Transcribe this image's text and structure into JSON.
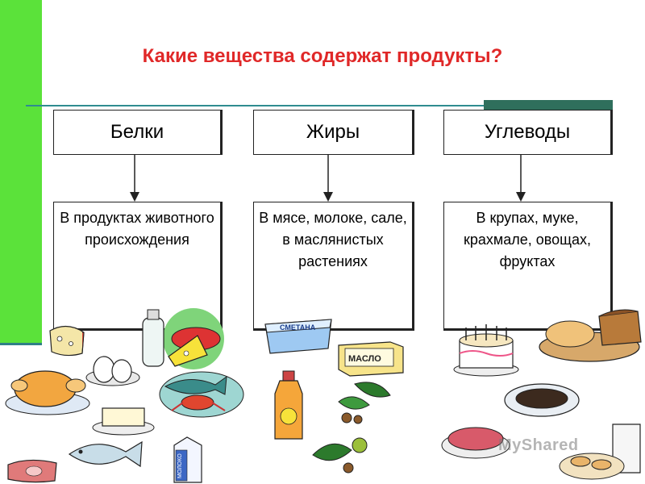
{
  "title": "Какие вещества содержат продукты?",
  "columns": [
    {
      "header": "Белки",
      "description": "В продуктах животного происхождения"
    },
    {
      "header": "Жиры",
      "description": "В мясе, молоке, сале, в маслянистых растениях"
    },
    {
      "header": "Углеводы",
      "description": "В крупах, муке, крахмале, овощах, фруктах"
    }
  ],
  "food_labels": {
    "smetana": "СМЕТАНА",
    "maslo": "МАСЛО",
    "moloko": "МОЛОКО"
  },
  "watermark": "MyShared",
  "colors": {
    "accent_green": "#5be23a",
    "title_red": "#e02828",
    "rule_teal": "#2f8c90",
    "block_teal": "#2f6f5c"
  }
}
